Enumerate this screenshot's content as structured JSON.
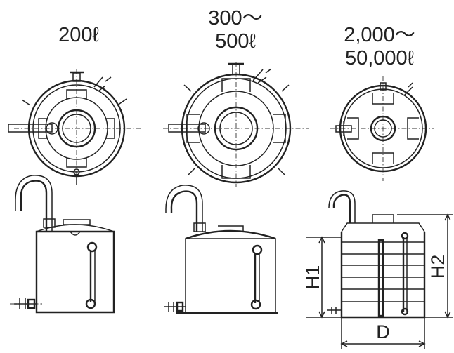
{
  "tanks": [
    {
      "capacity_line1": "200ℓ",
      "capacity_line2": ""
    },
    {
      "capacity_line1": "300～",
      "capacity_line2": "500ℓ"
    },
    {
      "capacity_line1": "2,000～",
      "capacity_line2": "50,000ℓ"
    }
  ],
  "dimensions": {
    "h1": "H1",
    "h2": "H2",
    "d": "D"
  }
}
